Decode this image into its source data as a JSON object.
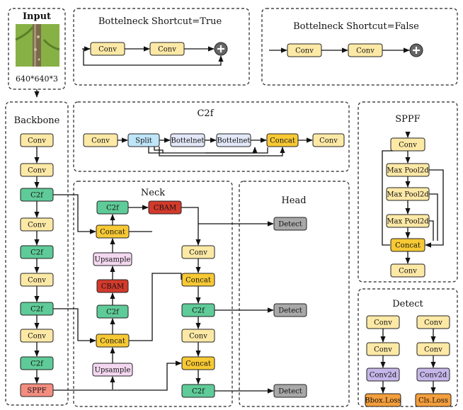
{
  "colors": {
    "conv": "#fde9a6",
    "c2f": "#5fcb98",
    "concat": "#f7c934",
    "split": "#bfe6f8",
    "bottlenet": "#e3e8f8",
    "upsample": "#f4d7f0",
    "cbam": "#d33a2c",
    "detect_head": "#a8a8a8",
    "conv2d": "#c6b6ea",
    "loss": "#f49e3c",
    "sppf": "#f38d80",
    "plus": "#666666"
  },
  "input": {
    "title": "Input",
    "dims": "640*640*3"
  },
  "bottleneck_true": {
    "title": "Bottelneck  Shortcut=True",
    "conv1": "Conv",
    "conv2": "Conv"
  },
  "bottleneck_false": {
    "title": "Bottelneck  Shortcut=False",
    "conv1": "Conv",
    "conv2": "Conv"
  },
  "c2f": {
    "title": "C2f",
    "blocks": [
      "Conv",
      "Split",
      "Bottelnet",
      "Bottelnet",
      "Concat",
      "Conv"
    ]
  },
  "sppf": {
    "title": "SPPF",
    "blocks": [
      "Conv",
      "Max Pool2d",
      "Max Pool2d",
      "Max Pool2d",
      "Concat",
      "Conv"
    ]
  },
  "backbone": {
    "title": "Backbone",
    "blocks": [
      "Conv",
      "Conv",
      "C2f",
      "Conv",
      "C2f",
      "Conv",
      "C2f",
      "Conv",
      "C2f",
      "SPPF"
    ]
  },
  "neck": {
    "title": "Neck",
    "left_blocks": [
      "C2f",
      "Concat",
      "Upsample",
      "CBAM",
      "C2f",
      "Concat",
      "Upsample"
    ],
    "top_cbam": "CBAM",
    "right_blocks": [
      "Conv",
      "Concat",
      "C2f",
      "Conv",
      "Concat",
      "C2f"
    ]
  },
  "head": {
    "title": "Head",
    "detects": [
      "Detect",
      "Detect",
      "Detect"
    ]
  },
  "detect": {
    "title": "Detect",
    "left": [
      "Conv",
      "Conv",
      "Conv2d",
      "Bbox.Loss"
    ],
    "right": [
      "Conv",
      "Conv",
      "Conv2d",
      "Cls.Loss"
    ]
  }
}
